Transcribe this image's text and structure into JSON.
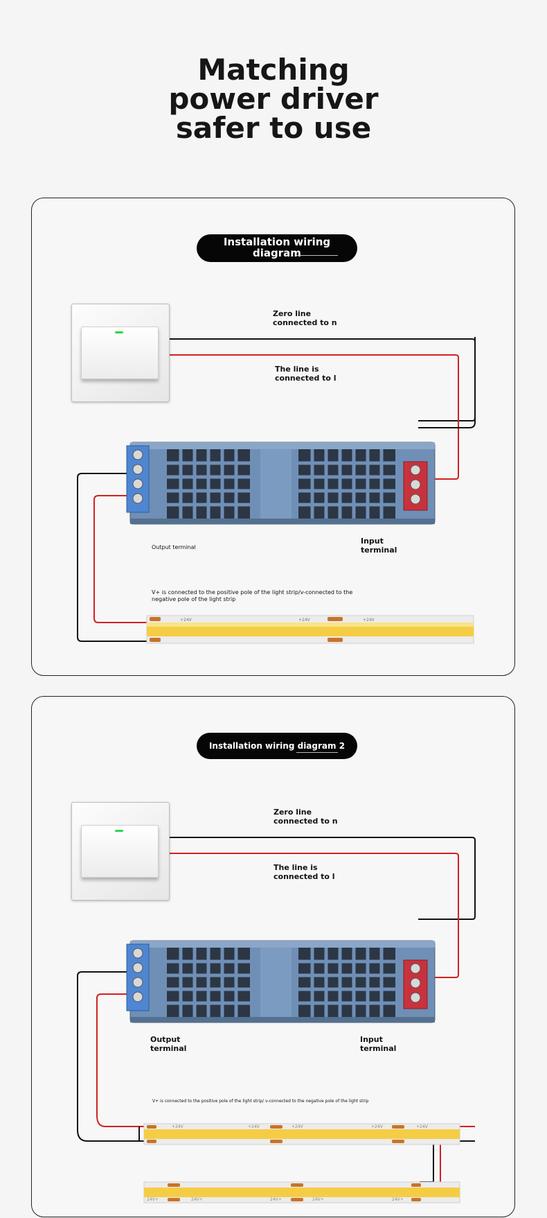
{
  "headline": [
    "Matching",
    "power driver",
    "safer to use"
  ],
  "panel1": {
    "title_lines": [
      "Installation wiring",
      "diagram"
    ],
    "zero_line": "Zero line\nconnected to n",
    "live_line": "The line is\nconnected to l",
    "output_terminal": "Output terminal",
    "input_terminal": "Input\nterminal",
    "note": "V+ is connected to the positive pole of the light strip/v-connected to the\nnegative pole of the light strip",
    "strip_labels": [
      "+24V",
      "+24V",
      "+24V"
    ]
  },
  "panel2": {
    "title": "Installation wiring diagram 2",
    "zero_line": "Zero line\nconnected to n",
    "live_line": "The line is\nconnected to l",
    "output_terminal": "Output\nterminal",
    "input_terminal": "Input\nterminal",
    "note": "V+ is connected to the positive pole of the light strip/ v-connected to the negative pole of the light strip",
    "strip_labels": [
      "+24V",
      "+24V",
      "+24V",
      "+24V",
      "+24V"
    ],
    "strip2_labels": [
      "24V+",
      "24V+",
      "24V+",
      "24V+",
      "24V+"
    ]
  },
  "colors": {
    "wire_live": "#d42020",
    "wire_neutral": "#111111",
    "driver_body": "#6f8fb6",
    "strip_yellow": "#f5cd45"
  },
  "icons": [
    "wall-switch-icon",
    "power-driver-icon",
    "led-strip-icon",
    "terminal-block-icon"
  ]
}
